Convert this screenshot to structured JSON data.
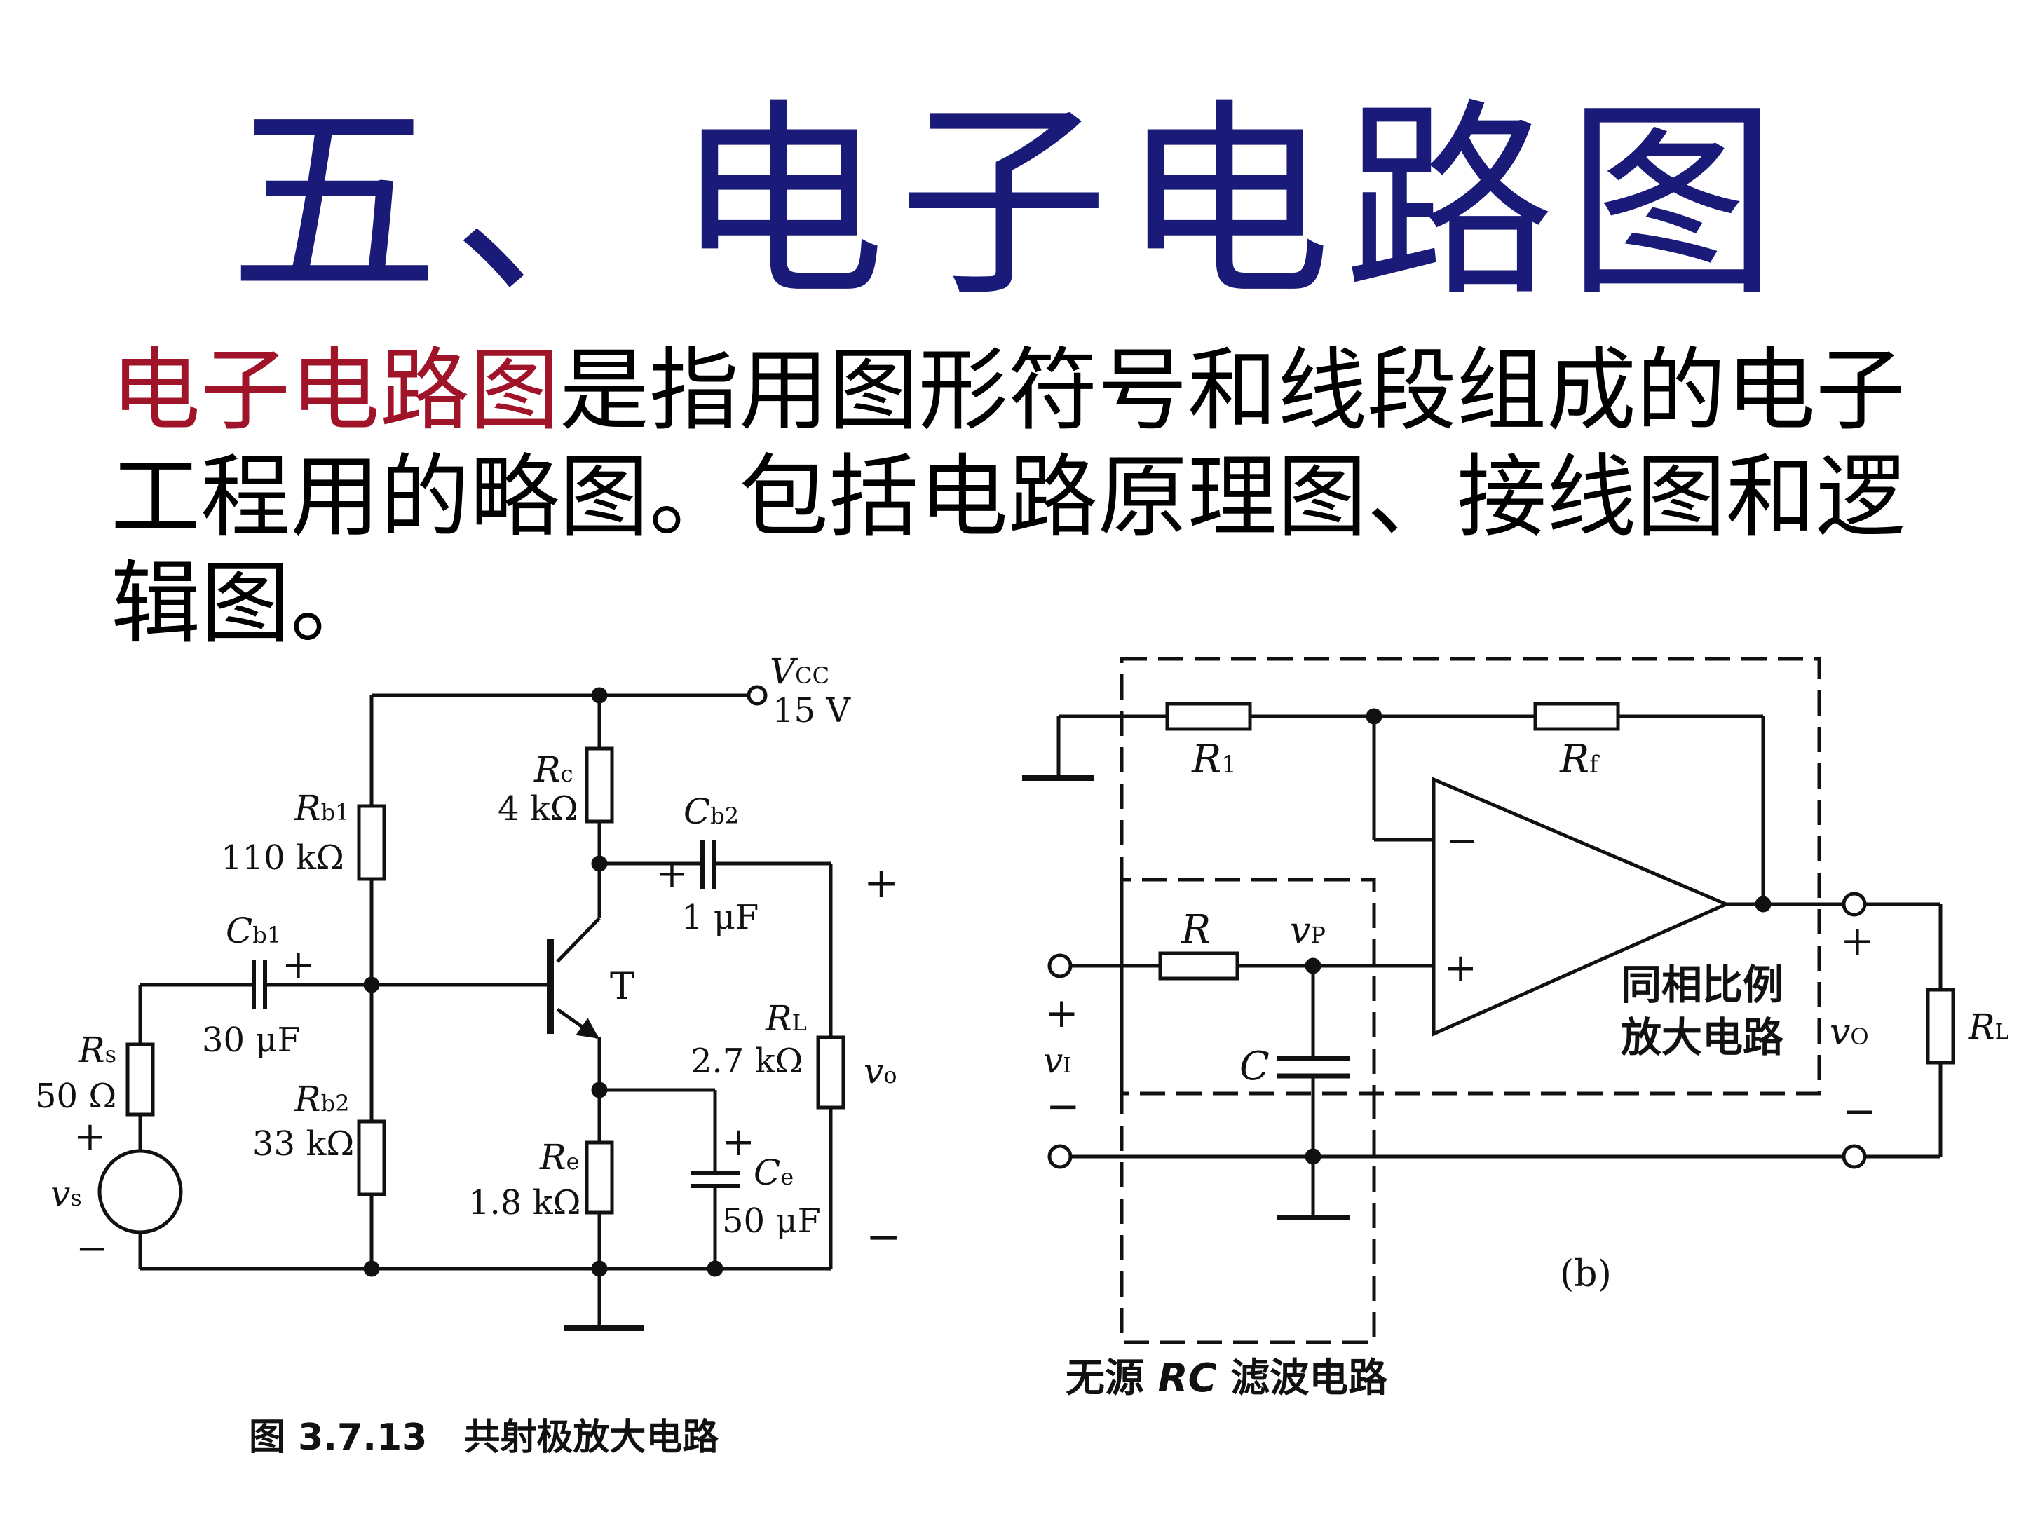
{
  "title": "五、电子电路图",
  "paragraph": {
    "term": "电子电路图",
    "text": "是指用图形符号和线段组成的电子工程用的略图。包括电路原理图、接线图和逻辑图。"
  },
  "diagram_a": {
    "vcc_symbol": "V",
    "vcc_sub": "CC",
    "vcc_value": "15 V",
    "rc_sym": "R",
    "rc_sub": "c",
    "rc_val": "4 kΩ",
    "rb1_sym": "R",
    "rb1_sub": "b1",
    "rb1_val": "110 kΩ",
    "cb2_sym": "C",
    "cb2_sub": "b2",
    "cb2_val": "1 μF",
    "cb1_sym": "C",
    "cb1_sub": "b1",
    "cb1_val": "30 μF",
    "transistor": "T",
    "rl_sym": "R",
    "rl_sub": "L",
    "rl_val": "2.7 kΩ",
    "vo_sym": "v",
    "vo_sub": "o",
    "rs_sym": "R",
    "rs_sub": "s",
    "rs_val": "50 Ω",
    "rb2_sym": "R",
    "rb2_sub": "b2",
    "rb2_val": "33 kΩ",
    "re_sym": "R",
    "re_sub": "e",
    "re_val": "1.8 kΩ",
    "ce_sym": "C",
    "ce_sub": "e",
    "ce_val": "50 μF",
    "vs_sym": "v",
    "vs_sub": "s",
    "plus": "+",
    "minus": "−",
    "caption": "图 3.7.13　共射极放大电路"
  },
  "diagram_b": {
    "r1_sym": "R",
    "r1_sub": "1",
    "rf_sym": "R",
    "rf_sub": "f",
    "r_sym": "R",
    "vp_sym": "v",
    "vp_sub": "P",
    "c_sym": "C",
    "vi_sym": "v",
    "vi_sub": "I",
    "vo_sym": "v",
    "vo_sub": "O",
    "rl_sym": "R",
    "rl_sub": "L",
    "opamp_minus": "−",
    "opamp_plus": "+",
    "amp_label_1": "同相比例",
    "amp_label_2": "放大电路",
    "filter_label_1": "无源 ",
    "filter_label_rc": "RC",
    "filter_label_2": " 滤波电路",
    "label": "(b)",
    "plus": "+",
    "minus": "−"
  }
}
